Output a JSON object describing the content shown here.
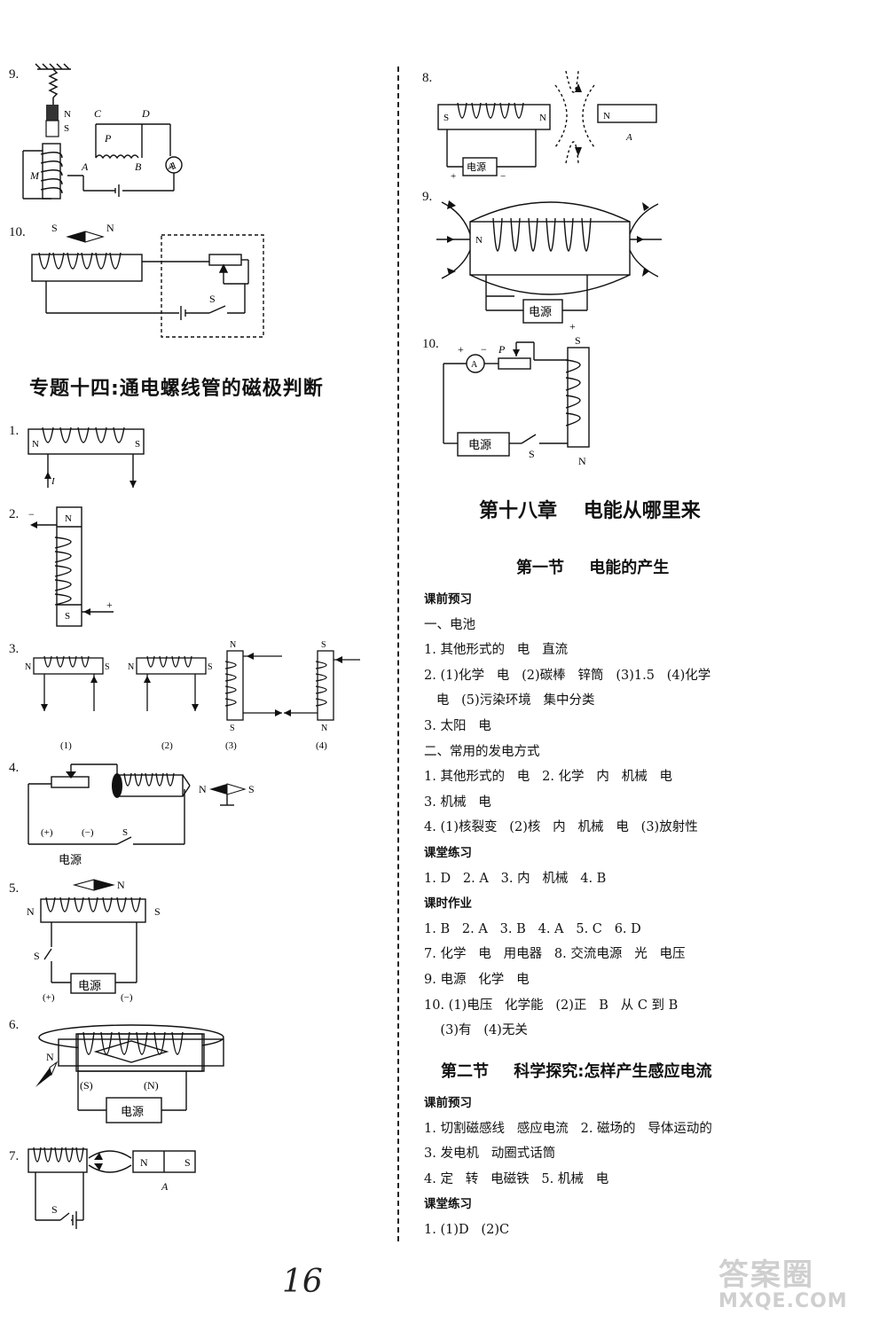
{
  "left": {
    "top_figures": [
      {
        "num": "9.",
        "labels": [
          "N",
          "S",
          "C",
          "D",
          "P",
          "A",
          "B",
          "M",
          "A"
        ]
      },
      {
        "num": "10.",
        "labels": [
          "S",
          "N",
          "S"
        ]
      }
    ],
    "section_title": "专题十四:通电螺线管的磁极判断",
    "figures": [
      {
        "num": "1.",
        "labels": [
          "N",
          "S",
          "I"
        ]
      },
      {
        "num": "2.",
        "labels": [
          "N",
          "S",
          "−",
          "+"
        ]
      },
      {
        "num": "3.",
        "captions": [
          "(1)",
          "(2)",
          "(3)",
          "(4)"
        ],
        "labels": [
          "N",
          "S",
          "N",
          "S",
          "N",
          "S",
          "S",
          "N"
        ]
      },
      {
        "num": "4.",
        "labels": [
          "N",
          "S",
          "(+)",
          "(−)",
          "S"
        ],
        "power": "电源"
      },
      {
        "num": "5.",
        "labels": [
          "N",
          "N",
          "S",
          "S",
          "(+)",
          "(−)"
        ],
        "power": "电源"
      },
      {
        "num": "6.",
        "labels": [
          "N",
          "(S)",
          "(N)"
        ],
        "power": "电源"
      },
      {
        "num": "7.",
        "labels": [
          "N",
          "S",
          "A",
          "S"
        ]
      }
    ]
  },
  "right": {
    "figures": [
      {
        "num": "8.",
        "labels": [
          "S",
          "N",
          "N",
          "A",
          "+",
          "−"
        ],
        "power": "电源"
      },
      {
        "num": "9.",
        "labels": [
          "N",
          "+"
        ],
        "power": "电源"
      },
      {
        "num": "10.",
        "labels": [
          "+",
          "−",
          "P",
          "A",
          "S",
          "S",
          "N"
        ],
        "power": "电源"
      }
    ],
    "chapter_title": [
      "第十八章",
      "电能从哪里来"
    ],
    "section1": {
      "title": [
        "第一节",
        "电能的产生"
      ],
      "lines": [
        {
          "text": "课前预习",
          "head": true
        },
        {
          "text": "一、电池"
        },
        {
          "text": "1. 其他形式的   电   直流"
        },
        {
          "text": "2. (1)化学   电   (2)碳棒   锌筒   (3)1.5   (4)化学"
        },
        {
          "text": "   电   (5)污染环境   集中分类"
        },
        {
          "text": "3. 太阳   电"
        },
        {
          "text": "二、常用的发电方式"
        },
        {
          "text": "1. 其他形式的   电   2. 化学   内   机械   电"
        },
        {
          "text": "3. 机械   电"
        },
        {
          "text": "4. (1)核裂变   (2)核   内   机械   电   (3)放射性"
        },
        {
          "text": "课堂练习",
          "head": true
        },
        {
          "text": "1. D   2. A   3. 内   机械   4. B"
        },
        {
          "text": "课时作业",
          "head": true
        },
        {
          "text": "1. B   2. A   3. B   4. A   5. C   6. D"
        },
        {
          "text": "7. 化学   电   用电器   8. 交流电源   光   电压"
        },
        {
          "text": "9. 电源   化学   电"
        },
        {
          "text": "10. (1)电压   化学能   (2)正   B   从 C 到 B"
        },
        {
          "text": "    (3)有   (4)无关"
        }
      ]
    },
    "section2": {
      "title": [
        "第二节",
        "科学探究:怎样产生感应电流"
      ],
      "lines": [
        {
          "text": "课前预习",
          "head": true
        },
        {
          "text": "1. 切割磁感线   感应电流   2. 磁场的   导体运动的"
        },
        {
          "text": "3. 发电机   动圈式话筒"
        },
        {
          "text": "4. 定   转   电磁铁   5. 机械   电"
        },
        {
          "text": "课堂练习",
          "head": true
        },
        {
          "text": "1. (1)D   (2)C"
        }
      ]
    }
  },
  "page_number": "16",
  "watermark": {
    "line1": "答案圈",
    "line2": "MXQE.COM"
  },
  "colors": {
    "ink": "#111111",
    "paper": "#ffffff",
    "watermark": "#cfcfcf"
  }
}
